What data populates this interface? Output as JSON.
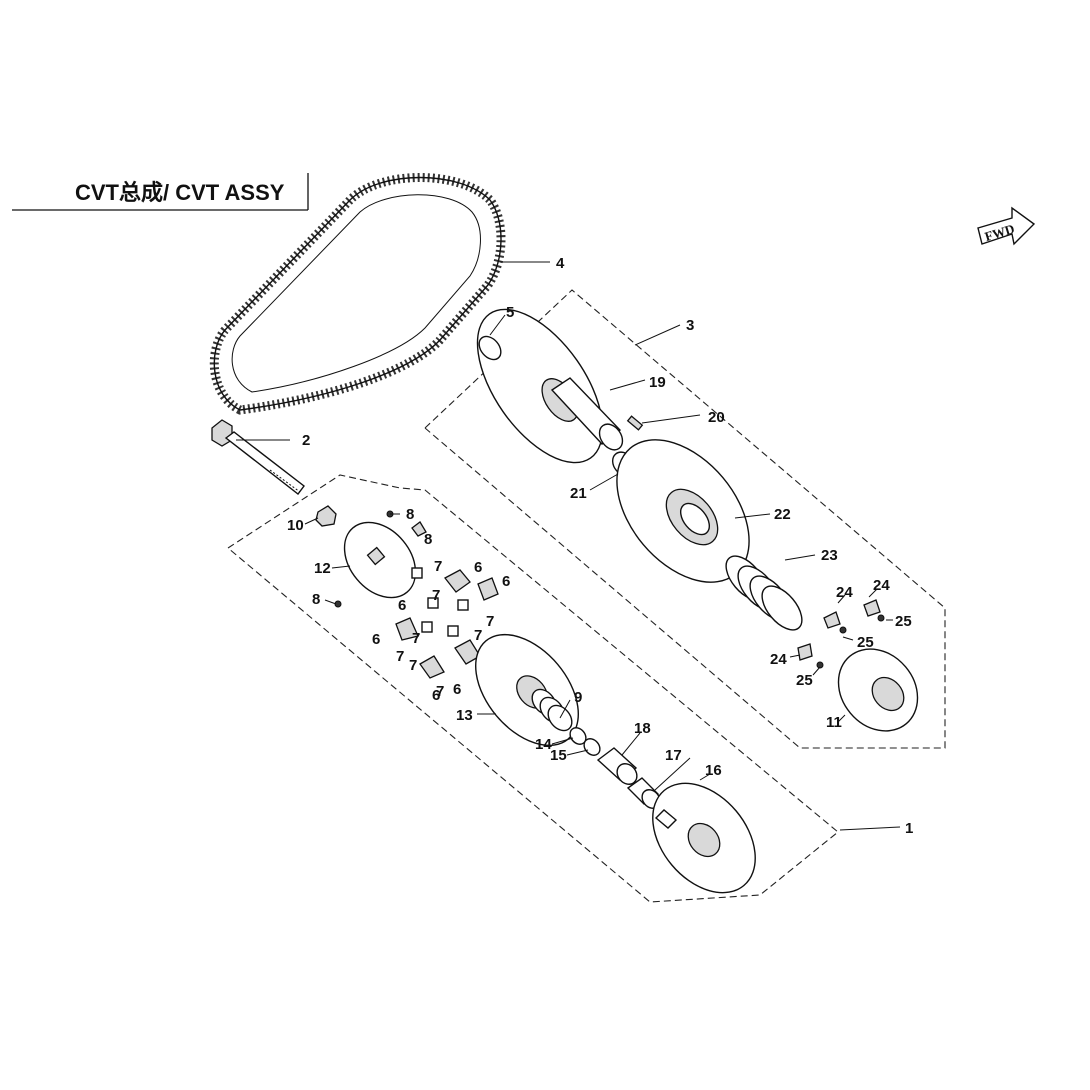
{
  "title": "CVT总成/ CVT ASSY",
  "direction_label": "FWD",
  "callouts": {
    "c1": "1",
    "c2": "2",
    "c3": "3",
    "c4": "4",
    "c5": "5",
    "c6": "6",
    "c7": "7",
    "c8": "8",
    "c9": "9",
    "c10": "10",
    "c11": "11",
    "c12": "12",
    "c13": "13",
    "c14": "14",
    "c15": "15",
    "c16": "16",
    "c17": "17",
    "c18": "18",
    "c19": "19",
    "c20": "20",
    "c21": "21",
    "c22": "22",
    "c23": "23",
    "c24": "24",
    "c25": "25"
  },
  "icons": {
    "fwd": "fwd-arrow-icon"
  }
}
